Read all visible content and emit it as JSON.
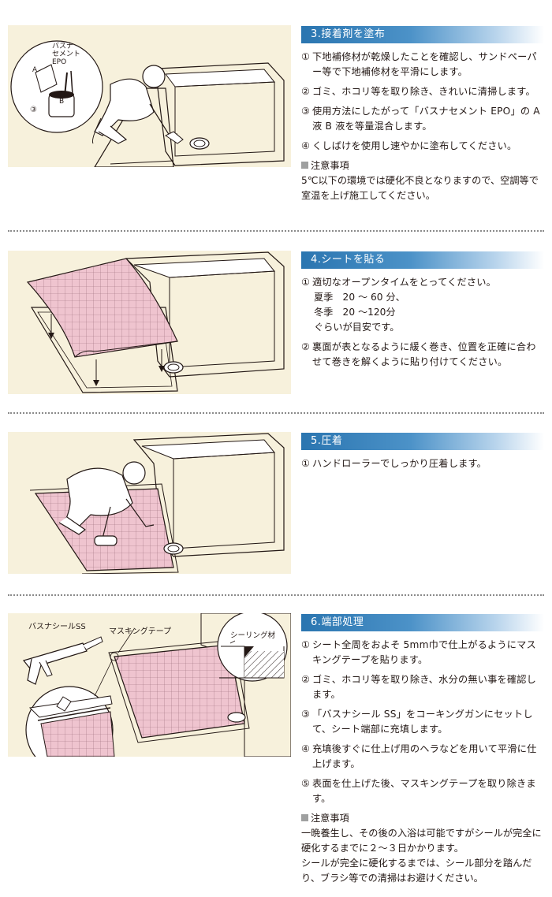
{
  "sections": [
    {
      "heading": "3.接着剤を塗布",
      "steps": [
        {
          "num": "①",
          "text": "下地補修材が乾燥したことを確認し、サンドペーパー等で下地補修材を平滑にします。"
        },
        {
          "num": "②",
          "text": "ゴミ、ホコリ等を取り除き、きれいに清掃します。"
        },
        {
          "num": "③",
          "text": "使用方法にしたがって「バスナセメント EPO」の A 液 B 液を等量混合します。"
        },
        {
          "num": "④",
          "text": "くしばけを使用し速やかに塗布してください。"
        }
      ],
      "note_title": "注意事項",
      "note_text": "5℃以下の環境では硬化不良となりますので、空調等で室温を上げ施工してください。",
      "illus_labels": {
        "can_name": "バスナ\nセメント\nEPO",
        "a": "A",
        "b": "B",
        "circle_num": "③"
      }
    },
    {
      "heading": "4.シートを貼る",
      "step1": "適切なオープンタイムをとってください。",
      "step1_num": "①",
      "summer": "夏季　20 ～ 60 分、",
      "winter": "冬季　20 ～120分",
      "guide": "ぐらいが目安です。",
      "step2_num": "②",
      "step2": "裏面が表となるように緩く巻き、位置を正確に合わせて巻きを解くように貼り付けてください。"
    },
    {
      "heading": "5.圧着",
      "steps": [
        {
          "num": "①",
          "text": "ハンドローラーでしっかり圧着します。"
        }
      ]
    },
    {
      "heading": "6.端部処理",
      "steps": [
        {
          "num": "①",
          "text": "シート全周をおよそ 5mm巾で仕上がるようにマスキングテープを貼ります。"
        },
        {
          "num": "②",
          "text": "ゴミ、ホコリ等を取り除き、水分の無い事を確認します。"
        },
        {
          "num": "③",
          "text": "「バスナシール SS」をコーキングガンにセットして、シート端部に充填します。"
        },
        {
          "num": "④",
          "text": "充填後すぐに仕上げ用のヘラなどを用いて平滑に仕上げます。"
        },
        {
          "num": "⑤",
          "text": "表面を仕上げた後、マスキングテープを取り除きます。"
        }
      ],
      "note_title": "注意事項",
      "note_text": "一晩養生し、その後の入浴は可能ですがシールが完全に硬化するまでに２～３日かかります。",
      "note_text2": "シールが完全に硬化するまでは、シール部分を踏んだり、ブラシ等での清掃はお避けください。",
      "illus_labels": {
        "sealant": "バスナシールSS",
        "tape": "マスキングテープ",
        "sealing": "シーリング材"
      }
    }
  ],
  "colors": {
    "accent": "#2a75b0",
    "illus_bg": "#f7f1dc",
    "sheet_pink": "#efc4cf",
    "line": "#231815"
  }
}
